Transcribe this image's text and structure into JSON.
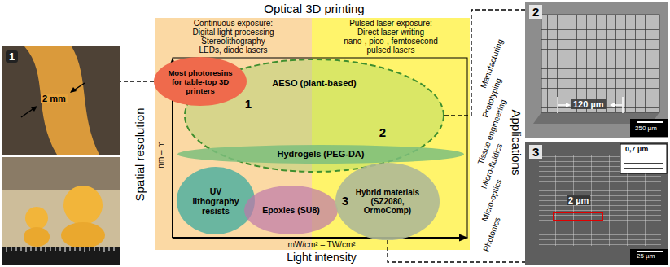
{
  "diagram": {
    "title": "Optical 3D printing",
    "nodes": [
      {
        "text": [
          "1",
          "2 mm"
        ]
      },
      {
        "text": [
          "Continuous exposure:",
          "Digital light processing",
          "Stereolithography",
          "LEDs, diode lasers"
        ]
      },
      {
        "text": [
          "Pulsed laser exposure:",
          "Direct laser writing",
          "nano-, pico-, femtosecond",
          "pulsed lasers"
        ]
      },
      {
        "text": [
          "Most photoresins for table-top 3D printers"
        ]
      },
      {
        "text": [
          "AESO (plant-based)"
        ]
      },
      {
        "text": [
          "Hydrogels (PEG-DA)"
        ]
      },
      {
        "text": [
          "UV lithography resists"
        ]
      },
      {
        "text": [
          "Epoxies (SU8)"
        ]
      },
      {
        "text": [
          "Hybrid materials (SZ2080, OrmoComp)"
        ]
      },
      {
        "text": [
          "2",
          "120 µm",
          "250 µm"
        ]
      },
      {
        "text": [
          "3",
          "0,7 µm",
          "2 µm",
          "25 µm"
        ]
      }
    ],
    "edges": [
      {
        "from": 3,
        "to": 0,
        "arrow": "none"
      },
      {
        "from": 4,
        "to": 9,
        "arrow": "none"
      },
      {
        "from": 8,
        "to": 10,
        "arrow": "none"
      }
    ],
    "labels": [
      "1",
      "2",
      "3",
      "Spatial resolution",
      "nm – m",
      "mW/cm² – TW/cm²",
      "Light intensity",
      "Manufacturing",
      "Prototyping",
      "Tissue engineering",
      "Micro-fluidics",
      "Micro-optics",
      "Photonics",
      "Applications"
    ]
  }
}
